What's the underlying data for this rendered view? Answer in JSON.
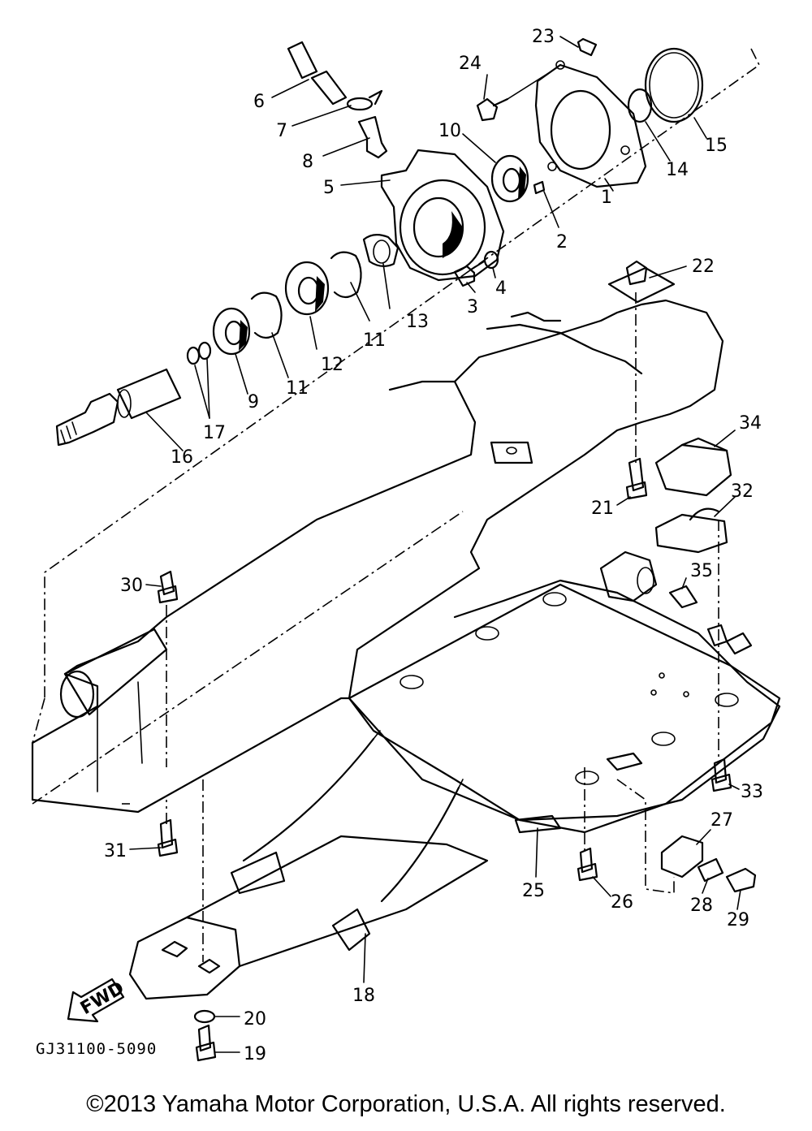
{
  "diagram_code": "GJ31100-5090",
  "copyright": "©2013 Yamaha Motor Corporation, U.S.A. All rights reserved.",
  "fwd_label": "FWD",
  "callouts": [
    "1",
    "2",
    "3",
    "4",
    "5",
    "6",
    "7",
    "8",
    "9",
    "10",
    "11",
    "11",
    "12",
    "13",
    "14",
    "15",
    "16",
    "17",
    "18",
    "19",
    "20",
    "21",
    "22",
    "23",
    "24",
    "25",
    "26",
    "27",
    "28",
    "29",
    "30",
    "31",
    "32",
    "33",
    "34",
    "35"
  ]
}
